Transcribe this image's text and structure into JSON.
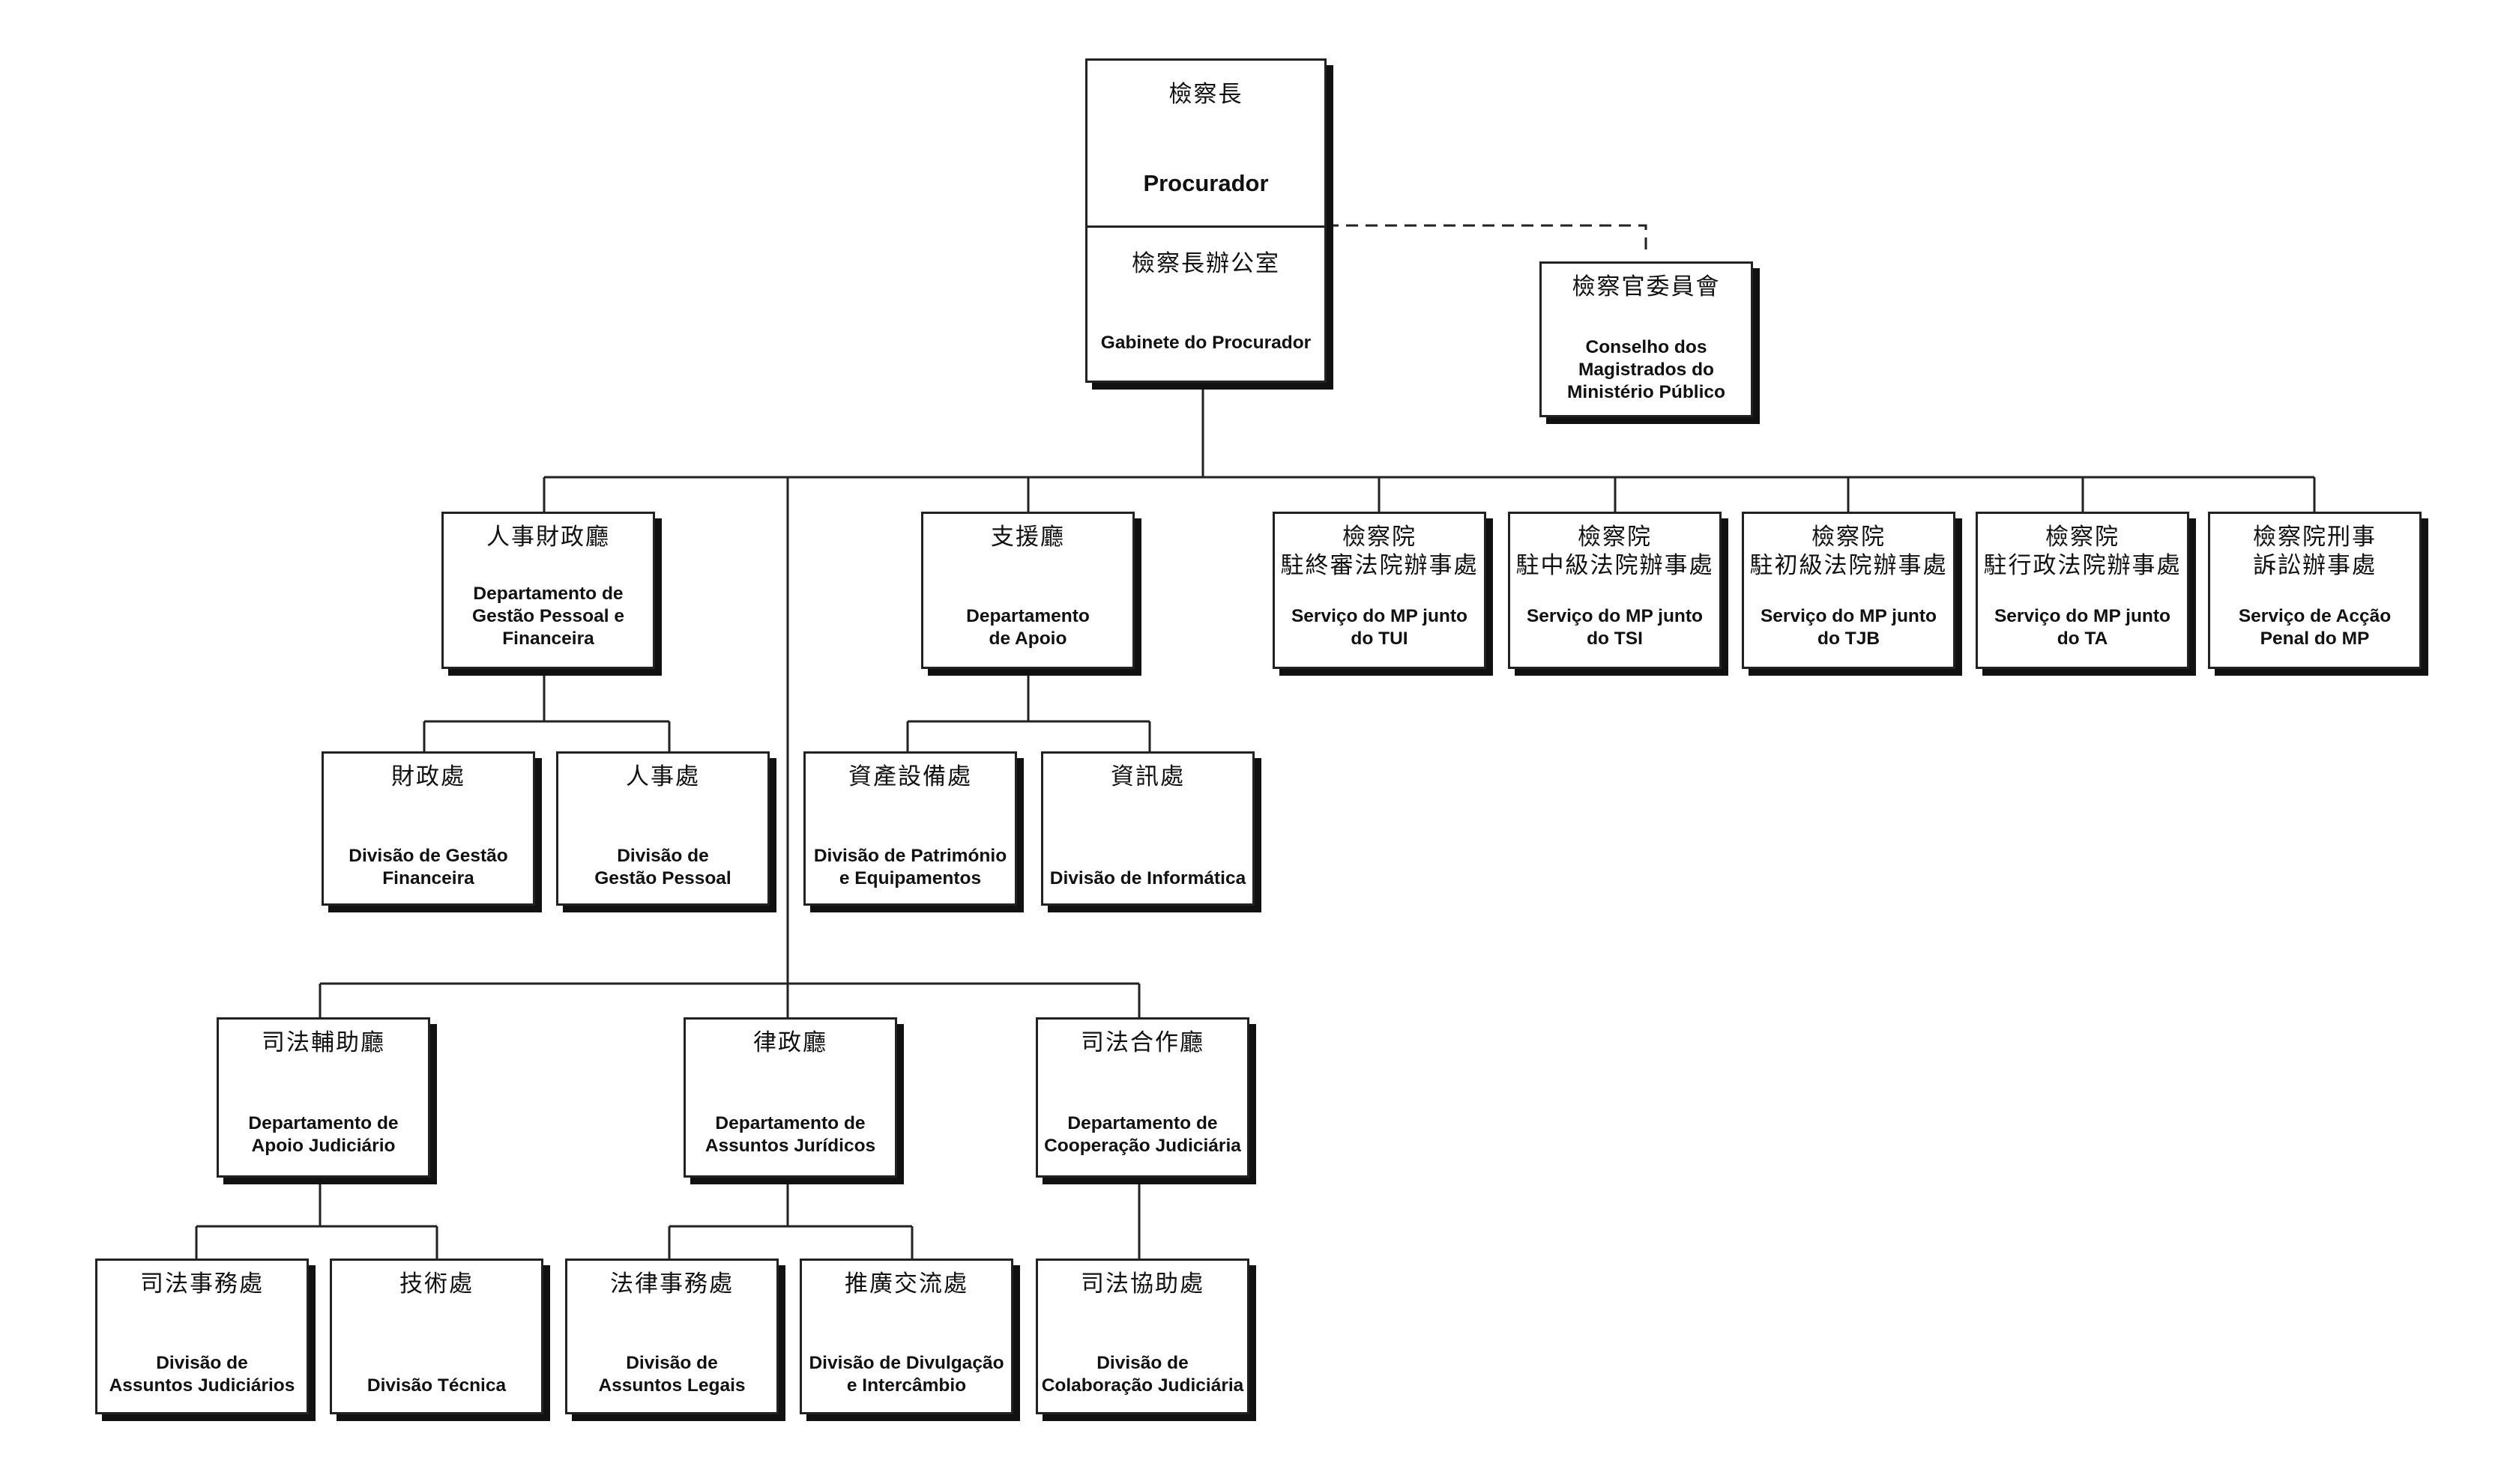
{
  "colors": {
    "line": "#222222",
    "shadow": "#111111",
    "background": "#ffffff"
  },
  "procurator": {
    "top": {
      "zh": "檢察長",
      "pt": "Procurador"
    },
    "bottom": {
      "zh": "檢察長辦公室",
      "pt": "Gabinete do Procurador"
    }
  },
  "council": {
    "zh": "檢察官委員會",
    "pt": "Conselho dos\nMagistrados do\nMinistério Público"
  },
  "dept_personnel": {
    "zh": "人事財政廳",
    "pt": "Departamento de\nGestão Pessoal e\nFinanceira"
  },
  "div_finance": {
    "zh": "財政處",
    "pt": "Divisão de Gestão\nFinanceira"
  },
  "div_personnel": {
    "zh": "人事處",
    "pt": "Divisão de\nGestão Pessoal"
  },
  "dept_support": {
    "zh": "支援廳",
    "pt": "Departamento\nde Apoio"
  },
  "div_assets": {
    "zh": "資產設備處",
    "pt": "Divisão de Património\ne Equipamentos"
  },
  "div_it": {
    "zh": "資訊處",
    "pt": "Divisão de Informática"
  },
  "svc_tui": {
    "zh": "檢察院\n駐終審法院辦事處",
    "pt": "Serviço do MP junto\ndo TUI"
  },
  "svc_tsi": {
    "zh": "檢察院\n駐中級法院辦事處",
    "pt": "Serviço do MP junto\ndo TSI"
  },
  "svc_tjb": {
    "zh": "檢察院\n駐初級法院辦事處",
    "pt": "Serviço do MP junto\ndo TJB"
  },
  "svc_ta": {
    "zh": "檢察院\n駐行政法院辦事處",
    "pt": "Serviço do MP junto\ndo TA"
  },
  "svc_penal": {
    "zh": "檢察院刑事\n訴訟辦事處",
    "pt": "Serviço de Acção\nPenal do MP"
  },
  "dept_judicial": {
    "zh": "司法輔助廳",
    "pt": "Departamento de\nApoio Judiciário"
  },
  "div_judicial_affairs": {
    "zh": "司法事務處",
    "pt": "Divisão de\nAssuntos Judiciários"
  },
  "div_technical": {
    "zh": "技術處",
    "pt": "Divisão Técnica"
  },
  "dept_legal": {
    "zh": "律政廳",
    "pt": "Departamento de\nAssuntos Jurídicos"
  },
  "div_legal_affairs": {
    "zh": "法律事務處",
    "pt": "Divisão de\nAssuntos Legais"
  },
  "div_promotion": {
    "zh": "推廣交流處",
    "pt": "Divisão de Divulgação\ne Intercâmbio"
  },
  "dept_cooperation": {
    "zh": "司法合作廳",
    "pt": "Departamento de\nCooperação Judiciária"
  },
  "div_collaboration": {
    "zh": "司法協助處",
    "pt": "Divisão de\nColaboração Judiciária"
  }
}
